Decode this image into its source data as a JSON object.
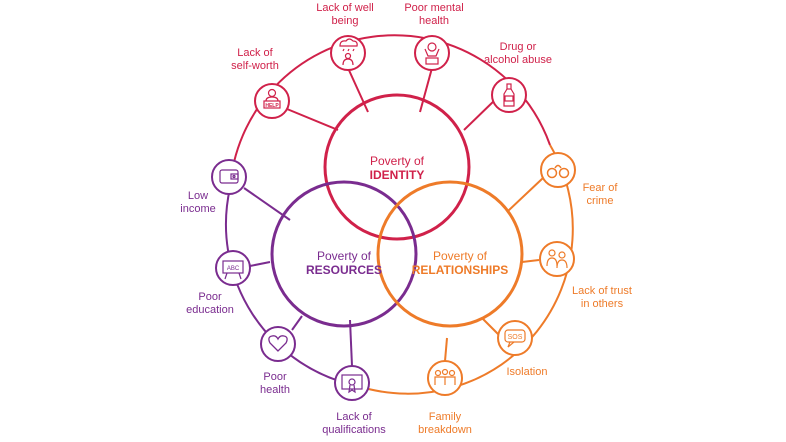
{
  "colors": {
    "identity": "#d0214a",
    "relationships": "#ee7b29",
    "resources": "#7a2c8f"
  },
  "cores": {
    "identity": {
      "line1": "Poverty of",
      "line2": "IDENTITY"
    },
    "relationships": {
      "line1": "Poverty of",
      "line2": "RELATIONSHIPS"
    },
    "resources": {
      "line1": "Poverty of",
      "line2": "RESOURCES"
    }
  },
  "factors": [
    {
      "label": "Lack of well\nbeing",
      "icon": "rain-cloud-person-icon",
      "group": "identity"
    },
    {
      "label": "Poor mental\nhealth",
      "icon": "person-head-in-hands-icon",
      "group": "identity"
    },
    {
      "label": "Drug or\nalcohol abuse",
      "icon": "bottle-icon",
      "group": "identity"
    },
    {
      "label": "Lack of\nself-worth",
      "icon": "help-sign-person-icon",
      "group": "identity"
    },
    {
      "label": "Fear of\ncrime",
      "icon": "handcuffs-icon",
      "group": "relationships"
    },
    {
      "label": "Lack of trust\nin others",
      "icon": "people-icon",
      "group": "relationships"
    },
    {
      "label": "Isolation",
      "icon": "sos-speech-bubble-icon",
      "group": "relationships"
    },
    {
      "label": "Family\nbreakdown",
      "icon": "family-icon",
      "group": "relationships"
    },
    {
      "label": "Low\nincome",
      "icon": "wallet-icon",
      "group": "resources"
    },
    {
      "label": "Poor\neducation",
      "icon": "abc-board-icon",
      "group": "resources"
    },
    {
      "label": "Poor\nhealth",
      "icon": "heart-icon",
      "group": "resources"
    },
    {
      "label": "Lack of\nqualifications",
      "icon": "certificate-icon",
      "group": "resources"
    }
  ]
}
